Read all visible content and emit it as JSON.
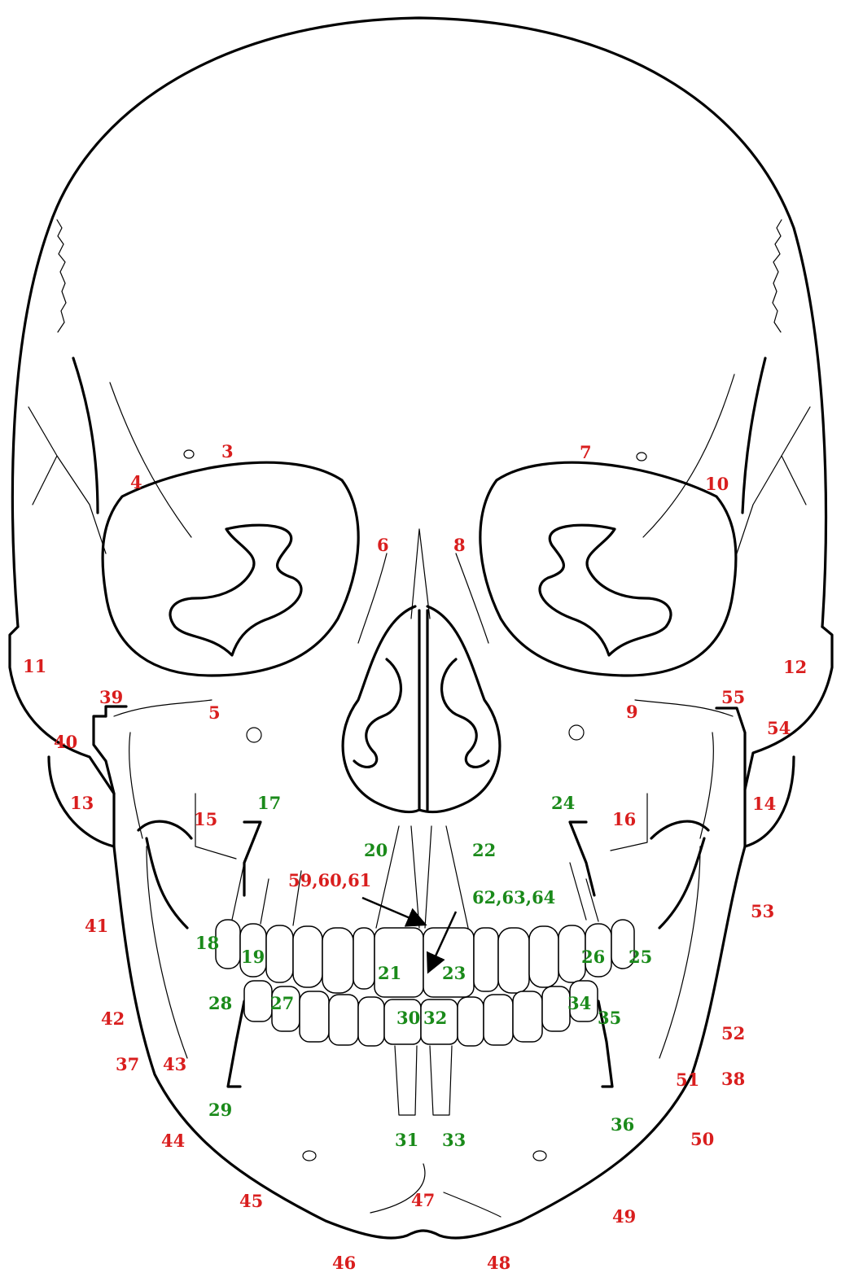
{
  "colors": {
    "red": "#d91e1e",
    "green": "#1a8a1a",
    "line": "#000000",
    "background": "#ffffff"
  },
  "landmarks": [
    {
      "label": "3",
      "color": "red"
    },
    {
      "label": "4",
      "color": "red"
    },
    {
      "label": "7",
      "color": "red"
    },
    {
      "label": "10",
      "color": "red"
    },
    {
      "label": "6",
      "color": "red"
    },
    {
      "label": "8",
      "color": "red"
    },
    {
      "label": "11",
      "color": "red"
    },
    {
      "label": "12",
      "color": "red"
    },
    {
      "label": "39",
      "color": "red"
    },
    {
      "label": "5",
      "color": "red"
    },
    {
      "label": "9",
      "color": "red"
    },
    {
      "label": "55",
      "color": "red"
    },
    {
      "label": "54",
      "color": "red"
    },
    {
      "label": "40",
      "color": "red"
    },
    {
      "label": "13",
      "color": "red"
    },
    {
      "label": "14",
      "color": "red"
    },
    {
      "label": "15",
      "color": "red"
    },
    {
      "label": "17",
      "color": "green"
    },
    {
      "label": "24",
      "color": "green"
    },
    {
      "label": "16",
      "color": "red"
    },
    {
      "label": "20",
      "color": "green"
    },
    {
      "label": "22",
      "color": "green"
    },
    {
      "label": "59,60,61",
      "color": "red"
    },
    {
      "label": "62,63,64",
      "color": "green"
    },
    {
      "label": "41",
      "color": "red"
    },
    {
      "label": "53",
      "color": "red"
    },
    {
      "label": "18",
      "color": "green"
    },
    {
      "label": "19",
      "color": "green"
    },
    {
      "label": "21",
      "color": "green"
    },
    {
      "label": "23",
      "color": "green"
    },
    {
      "label": "26",
      "color": "green"
    },
    {
      "label": "25",
      "color": "green"
    },
    {
      "label": "28",
      "color": "green"
    },
    {
      "label": "27",
      "color": "green"
    },
    {
      "label": "30",
      "color": "green"
    },
    {
      "label": "32",
      "color": "green"
    },
    {
      "label": "34",
      "color": "green"
    },
    {
      "label": "35",
      "color": "green"
    },
    {
      "label": "42",
      "color": "red"
    },
    {
      "label": "52",
      "color": "red"
    },
    {
      "label": "37",
      "color": "red"
    },
    {
      "label": "43",
      "color": "red"
    },
    {
      "label": "51",
      "color": "red"
    },
    {
      "label": "38",
      "color": "red"
    },
    {
      "label": "29",
      "color": "green"
    },
    {
      "label": "36",
      "color": "green"
    },
    {
      "label": "44",
      "color": "red"
    },
    {
      "label": "31",
      "color": "green"
    },
    {
      "label": "33",
      "color": "green"
    },
    {
      "label": "50",
      "color": "red"
    },
    {
      "label": "45",
      "color": "red"
    },
    {
      "label": "47",
      "color": "red"
    },
    {
      "label": "49",
      "color": "red"
    },
    {
      "label": "46",
      "color": "red"
    },
    {
      "label": "48",
      "color": "red"
    }
  ]
}
